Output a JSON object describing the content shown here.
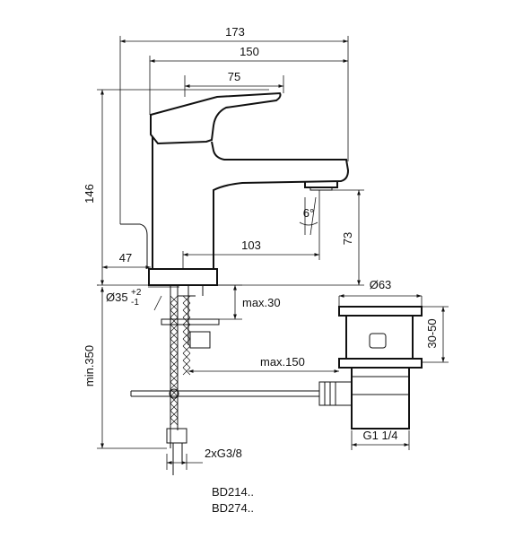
{
  "dimensions": {
    "overall_width": "173",
    "body_reach": "150",
    "lever_length": "75",
    "total_height": "146",
    "base_offset": "47",
    "spout_reach": "103",
    "spout_height": "73",
    "spray_angle": "6°",
    "hole_diameter": "Ø35",
    "hole_tol_plus": "+2",
    "hole_tol_minus": "-1",
    "deck_thickness": "max.30",
    "hose_length": "min.350",
    "pull_rod": "max.150",
    "waste_diameter": "Ø63",
    "waste_height": "30-50",
    "waste_thread": "G1 1/4",
    "connection": "2xG3/8"
  },
  "product_codes": [
    "BD214..",
    "BD274.."
  ],
  "colors": {
    "line": "#111111",
    "background": "#ffffff"
  }
}
